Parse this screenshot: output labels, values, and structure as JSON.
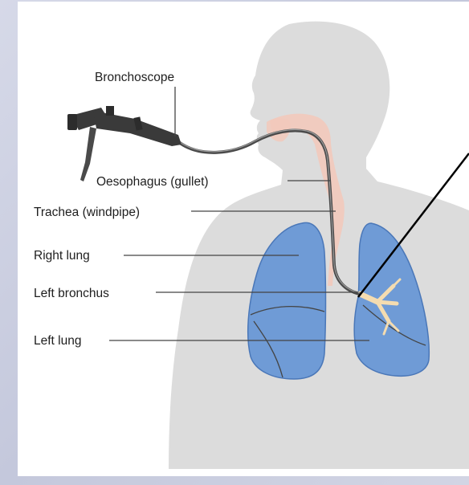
{
  "labels": {
    "bronchoscope": "Bronchoscope",
    "oesophagus": "Oesophagus (gullet)",
    "trachea": "Trachea (windpipe)",
    "right_lung": "Right lung",
    "left_bronchus": "Left bronchus",
    "left_lung": "Left lung"
  },
  "colors": {
    "background_frame": "#c9cddf",
    "body_silhouette": "#dcdcdc",
    "lung_fill": "#6f9bd6",
    "lung_outline": "#4a77b8",
    "airway_tissue": "#f2c9bb",
    "scope_tube": "#4a4a4a",
    "scope_body": "#3a3a3a",
    "bronchus_highlight": "#f4dcb0",
    "pointer_line": "#000000"
  }
}
